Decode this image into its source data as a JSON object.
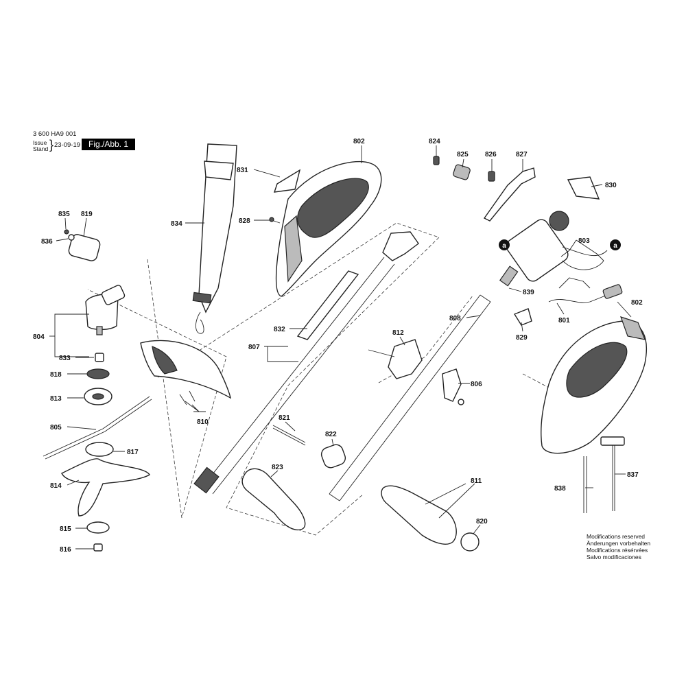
{
  "header": {
    "doc_number": "3 600 HA9 001",
    "issue_label": "Issue",
    "stand_label": "Stand",
    "issue_date": "23-09-19",
    "figure_label": "Fig./Abb. 1"
  },
  "notes": {
    "lines": [
      "Modifications reserved",
      "Änderungen vorbehalten",
      "Modifications résérvées",
      "Salvo modificaciones"
    ]
  },
  "part_labels": {
    "p801": "801",
    "p802a": "802",
    "p802b": "802",
    "p803": "803",
    "p804": "804",
    "p805": "805",
    "p806": "806",
    "p807": "807",
    "p808": "808",
    "p810": "810",
    "p811": "811",
    "p812": "812",
    "p813": "813",
    "p814": "814",
    "p815": "815",
    "p816": "816",
    "p817": "817",
    "p818": "818",
    "p819": "819",
    "p820": "820",
    "p821": "821",
    "p822": "822",
    "p823": "823",
    "p824": "824",
    "p825": "825",
    "p826": "826",
    "p827": "827",
    "p828": "828",
    "p829": "829",
    "p830": "830",
    "p831": "831",
    "p832": "832",
    "p833": "833",
    "p834": "834",
    "p835": "835",
    "p836": "836",
    "p837": "837",
    "p838": "838",
    "p839": "839",
    "conn_a1": "a",
    "conn_a2": "a"
  }
}
